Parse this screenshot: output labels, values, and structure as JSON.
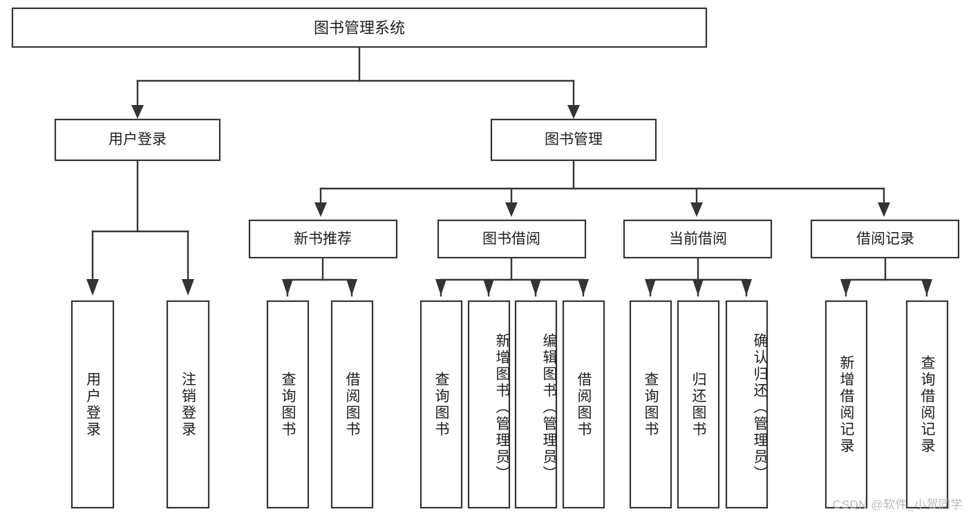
{
  "diagram": {
    "title": "图书管理系统",
    "watermark": "CSDN @软件_小贺同学",
    "stroke_color": "#343434",
    "fill_color": "#ffffff",
    "text_color": "#1d1d1d",
    "watermark_color": "#b9b9b9",
    "type": "tree",
    "levels": [
      {
        "level": 0,
        "labels": [
          "图书管理系统"
        ]
      },
      {
        "level": 1,
        "labels": [
          "用户登录",
          "图书管理"
        ]
      },
      {
        "level": 2,
        "labels": [
          "新书推荐",
          "图书借阅",
          "当前借阅",
          "借阅记录"
        ]
      },
      {
        "level": 3,
        "labels": [
          "用户登录",
          "注销登录",
          "查询图书",
          "借阅图书",
          "查询图书",
          "新增图书（管理员）",
          "编辑图书（管理员）",
          "借阅图书",
          "查询图书",
          "归还图书",
          "确认归还（管理员）",
          "新增借阅记录",
          "查询借阅记录"
        ]
      }
    ],
    "nodes": {
      "root": "图书管理系统",
      "user_login": "用户登录",
      "book_manage": "图书管理",
      "new_book_rec": "新书推荐",
      "book_borrow": "图书借阅",
      "current_borrow": "当前借阅",
      "borrow_record": "借阅记录",
      "leaf_user_login": "用户登录",
      "leaf_logout": "注销登录",
      "leaf_query_book_a": "查询图书",
      "leaf_borrow_book_a": "借阅图书",
      "leaf_query_book_b": "查询图书",
      "leaf_add_book": "新增图书（管理员）",
      "leaf_edit_book": "编辑图书（管理员）",
      "leaf_borrow_book_b": "借阅图书",
      "leaf_query_book_c": "查询图书",
      "leaf_return_book": "归还图书",
      "leaf_confirm_return": "确认归还（管理员）",
      "leaf_add_record": "新增借阅记录",
      "leaf_query_record": "查询借阅记录"
    }
  }
}
